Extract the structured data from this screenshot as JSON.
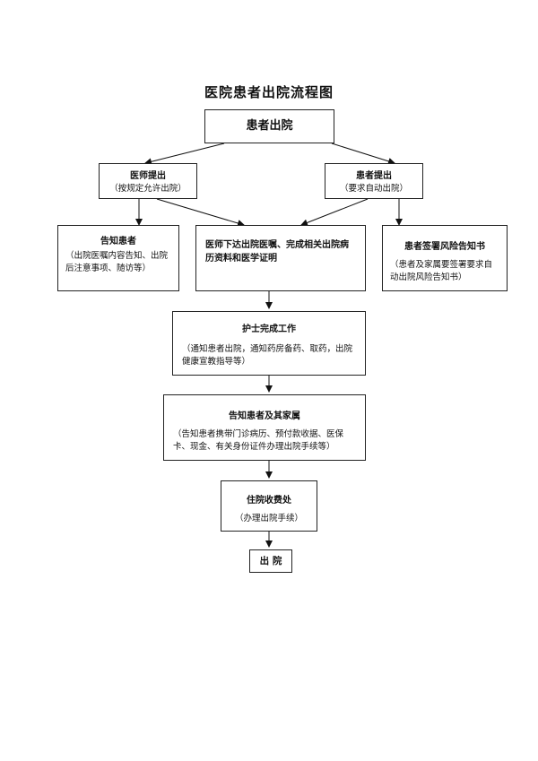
{
  "title": "医院患者出院流程图",
  "nodes": {
    "start": {
      "title": "患者出院"
    },
    "doctor": {
      "title": "医师提出",
      "sub": "（按规定允许出院）"
    },
    "patient": {
      "title": "患者提出",
      "sub": "（要求自动出院）"
    },
    "inform_patient": {
      "title": "告知患者",
      "sub": "（出院医嘱内容告知、出院后注意事项、随访等）"
    },
    "doctor_orders": {
      "title": "医师下达出院医嘱、完成相关出院病历资料和医学证明"
    },
    "risk_notice": {
      "title": "患者签署风险告知书",
      "sub": "（患者及家属要签署要求自动出院风险告知书）"
    },
    "nurse": {
      "title": "护士完成工作",
      "sub": "（通知患者出院，通知药房备药、取药，出院健康宣教指导等）"
    },
    "inform_family": {
      "title": "告知患者及其家属",
      "sub": "（告知患者携带门诊病历、预付款收据、医保卡、现金、有关身份证件办理出院手续等）"
    },
    "cashier": {
      "title": "住院收费处",
      "sub": "（办理出院手续）"
    },
    "discharge": {
      "title": "出 院"
    }
  }
}
